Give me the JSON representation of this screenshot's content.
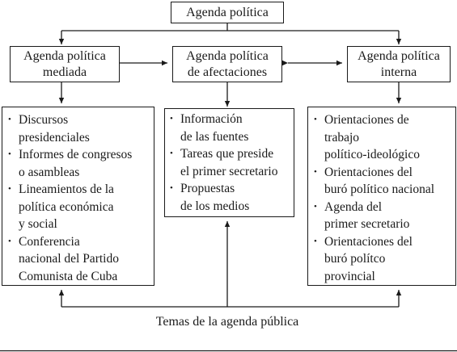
{
  "top": {
    "title": "Agenda política"
  },
  "middle": {
    "left": {
      "title_line1": "Agenda política",
      "title_line2": "mediada"
    },
    "center": {
      "title_line1": "Agenda política",
      "title_line2": "de afectaciones"
    },
    "right": {
      "title_line1": "Agenda política",
      "title_line2": "interna"
    }
  },
  "lists": {
    "left": [
      [
        "Discursos",
        "presidenciales"
      ],
      [
        "Informes de congresos",
        "o asambleas"
      ],
      [
        "Lineamientos de la",
        "política económica",
        "y social"
      ],
      [
        "Conferencia",
        "nacional del Partido",
        "Comunista de Cuba"
      ]
    ],
    "center": [
      [
        "Información",
        "de las fuentes"
      ],
      [
        "Tareas que preside",
        "el primer secretario"
      ],
      [
        "Propuestas",
        "de los medios"
      ]
    ],
    "right": [
      [
        "Orientaciones de",
        "trabajo",
        "político-ideológico"
      ],
      [
        "Orientaciones del",
        "buró político nacional"
      ],
      [
        "Agenda del",
        "primer secretario"
      ],
      [
        "Orientaciones del",
        "buró polítco",
        "provincial"
      ]
    ]
  },
  "bottom": {
    "caption": "Temas de la agenda pública"
  }
}
